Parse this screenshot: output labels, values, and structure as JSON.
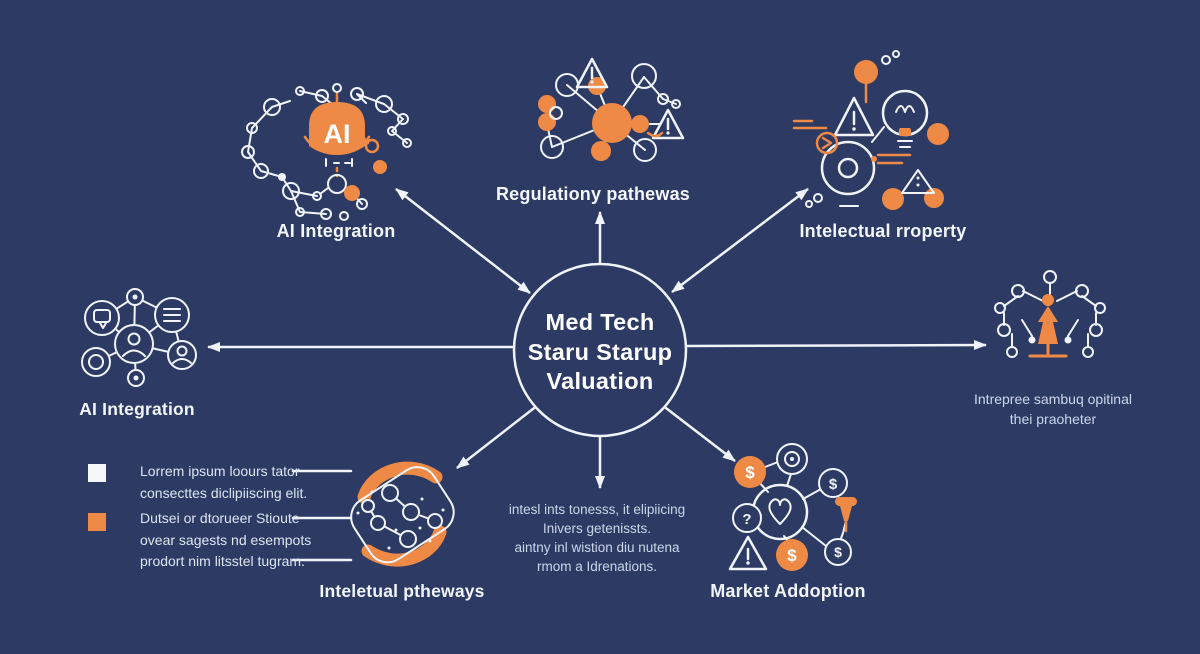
{
  "palette": {
    "background": "#2d3b64",
    "line_white": "#f0f4fa",
    "accent_orange": "#ee8a45",
    "text_muted": "#ccd6ea"
  },
  "center": {
    "lines": [
      "Med Tech",
      "Staru Starup",
      "Valuation"
    ]
  },
  "nodes": {
    "top_left": {
      "label": "AI Integration",
      "icon": "ai-chip-network-icon"
    },
    "top_center": {
      "label": "Regulationy pathewas",
      "icon": "regulatory-network-icon"
    },
    "top_right": {
      "label": "Intelectual rroperty",
      "icon": "idea-patent-icon"
    },
    "left": {
      "label": "AI Integration",
      "icon": "people-network-icon"
    },
    "right": {
      "caption_lines": [
        "Intrepree sambuq opitinal",
        "thei praoheter"
      ],
      "icon": "rocket-network-icon"
    },
    "bottom_left": {
      "label": "Inteletual ptheways",
      "icon": "sync-swirl-network-icon"
    },
    "bottom_center": {
      "paragraph_lines": [
        "intesl ints tonesss, it elipiicing",
        "Inivers getenissts.",
        "aintny inl wistion diu nutena",
        "rmom a Idrenations."
      ]
    },
    "bottom_right": {
      "label": "Market Addoption",
      "icon": "money-network-icon"
    }
  },
  "legend": {
    "items": [
      {
        "swatch": "#f5f7fb",
        "lines": [
          "Lorrem ipsum loours tator",
          "consecttes diclipiiscing elit."
        ]
      },
      {
        "swatch": "#ee8a45",
        "lines": [
          "Dutsei or dtorueer Stioute",
          "ovear sagests nd esempots",
          "prodort nim litsstel tugram."
        ]
      }
    ]
  },
  "glyphs": {
    "ai_badge": "AI",
    "dollar": "$",
    "question": "?"
  }
}
